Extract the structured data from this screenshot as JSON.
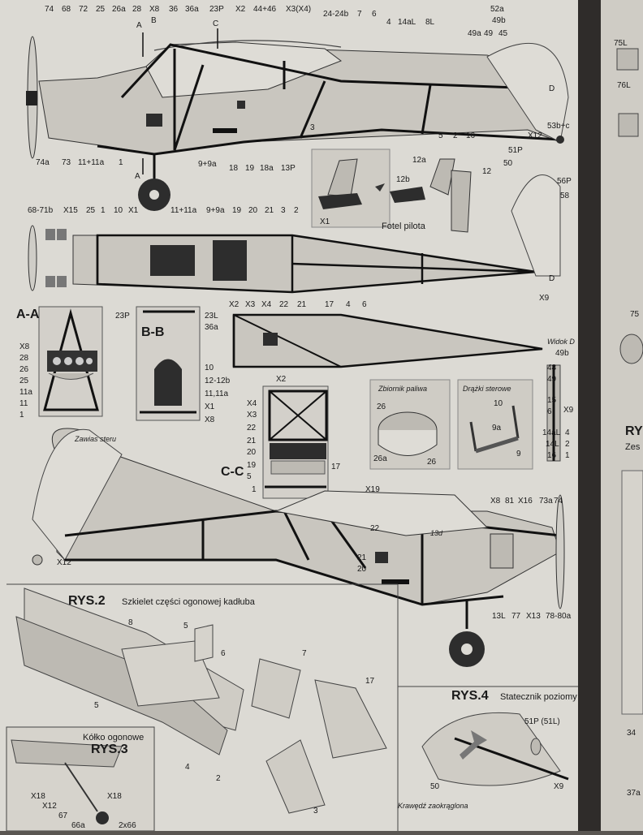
{
  "colors": {
    "paper": "#dcdad4",
    "paper_shade": "#c9c6bf",
    "ink": "#111111",
    "frame": "#1c1c1c",
    "part_fill": "#bdbab3",
    "dark_part": "#2d2d2d"
  },
  "side_view_top": {
    "labels": [
      "74",
      "68",
      "72",
      "25",
      "26a",
      "28",
      "B",
      "X8",
      "36",
      "36a",
      "23P",
      "X2",
      "44+46",
      "X3(X4)",
      "24-24b",
      "7",
      "6",
      "4",
      "14aL",
      "8L"
    ],
    "labels_lower": [
      "74a",
      "73",
      "11+11a",
      "1",
      "A",
      "9+9a",
      "18",
      "19",
      "18a",
      "13P",
      "3",
      "5",
      "2",
      "16",
      "X12",
      "53b+c"
    ],
    "section_marks": [
      "A",
      "C"
    ],
    "tail_labels": [
      "52a",
      "49b",
      "49a",
      "49",
      "45",
      "D"
    ]
  },
  "seat_detail": {
    "caption": "Fotel pilota",
    "labels": [
      "X1",
      "12a",
      "12b",
      "12"
    ]
  },
  "top_view": {
    "labels": [
      "68-71b",
      "X15",
      "25",
      "1",
      "10",
      "X1",
      "11+11a",
      "9+9a",
      "19",
      "20",
      "21",
      "3",
      "2",
      "51P",
      "50",
      "56P",
      "58",
      "D",
      "X9"
    ]
  },
  "section_aa": {
    "title": "A-A",
    "labels": [
      "X8",
      "28",
      "26",
      "25",
      "11a",
      "11",
      "1"
    ]
  },
  "section_bb": {
    "title": "B-B",
    "labels": [
      "23P",
      "23L",
      "36a",
      "10",
      "12-12b",
      "11,11a",
      "X1",
      "X8"
    ]
  },
  "bottom_view": {
    "labels": [
      "X2",
      "X3",
      "X4",
      "22",
      "21",
      "17",
      "4",
      "6"
    ]
  },
  "view_d": {
    "title": "Widok D",
    "labels": [
      "49b",
      "48",
      "49",
      "15",
      "6",
      "X9",
      "14aL",
      "14L",
      "16",
      "4",
      "2",
      "1"
    ]
  },
  "section_cc": {
    "title": "C-C",
    "labels": [
      "X2",
      "X4",
      "X3",
      "22",
      "21",
      "20",
      "19",
      "5",
      "17",
      "1"
    ]
  },
  "fuel_tank": {
    "caption": "Zbiornik paliwa",
    "labels": [
      "26",
      "26a",
      "26"
    ]
  },
  "control_sticks": {
    "caption": "Drążki sterowe",
    "labels": [
      "10",
      "9a",
      "9"
    ]
  },
  "side_view_right": {
    "rudder_note": "Zawias steru",
    "labels": [
      "X19",
      "X8",
      "81",
      "X16",
      "73a",
      "74",
      "22",
      "13d",
      "21",
      "20",
      "X12",
      "13L",
      "77",
      "X13",
      "78-80a"
    ]
  },
  "rys2": {
    "title": "RYS.2",
    "subtitle": "Szkielet części ogonowej kadłuba",
    "labels": [
      "8",
      "5",
      "6",
      "7",
      "17",
      "5",
      "4",
      "2",
      "3"
    ]
  },
  "rys3": {
    "title": "RYS.3",
    "subtitle": "Kółko ogonowe",
    "labels": [
      "X18",
      "X12",
      "X18",
      "67",
      "66a",
      "2x66"
    ]
  },
  "rys4": {
    "title": "RYS.4",
    "subtitle": "Statecznik poziomy",
    "labels": [
      "51P (51L)",
      "50",
      "X9"
    ],
    "note": "Krawędź zaokrąglona"
  },
  "right_page": {
    "labels": [
      "75L",
      "76L",
      "75",
      "RY",
      "Zes",
      "34",
      "37a"
    ]
  }
}
